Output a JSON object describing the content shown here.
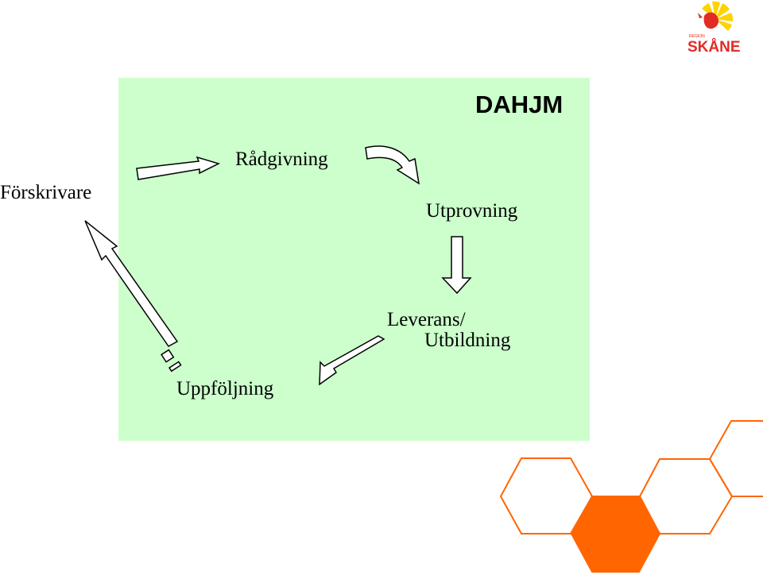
{
  "diagram": {
    "code": "DAHJM",
    "nodes": {
      "forskrivare": "Förskrivare",
      "radgivning": "Rådgivning",
      "utprovning": "Utprovning",
      "leverans_line1": "Leverans/",
      "leverans_line2": "Utbildning",
      "uppfoljning": "Uppföljning"
    },
    "colors": {
      "panel": "#ccffcc",
      "hex_outline": "#ff6600",
      "hex_fill": "#ff6600",
      "logo_red": "#e32b26",
      "logo_yellow": "#ffd200"
    }
  },
  "logo": {
    "small_text": "REGION",
    "name": "SKÅNE"
  }
}
